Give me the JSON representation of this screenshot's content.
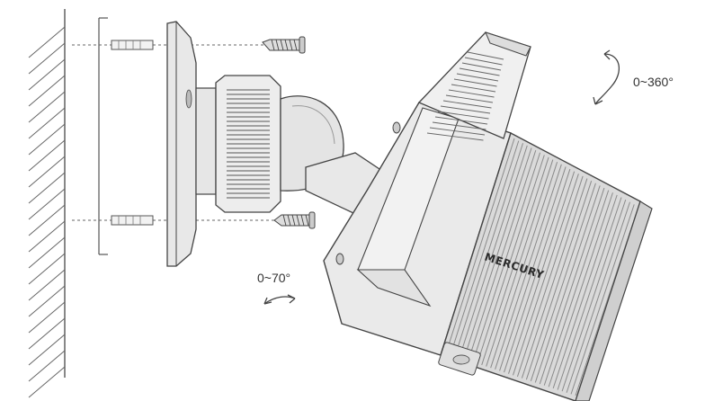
{
  "diagram": {
    "pan_range_label": "0~360°",
    "tilt_range_label": "0~70°",
    "brand": "MERCURY"
  },
  "colors": {
    "line": "#555555",
    "body_fill": "#ececec",
    "body_shadow": "#c9c9c9",
    "fin": "#9a9a9a"
  }
}
